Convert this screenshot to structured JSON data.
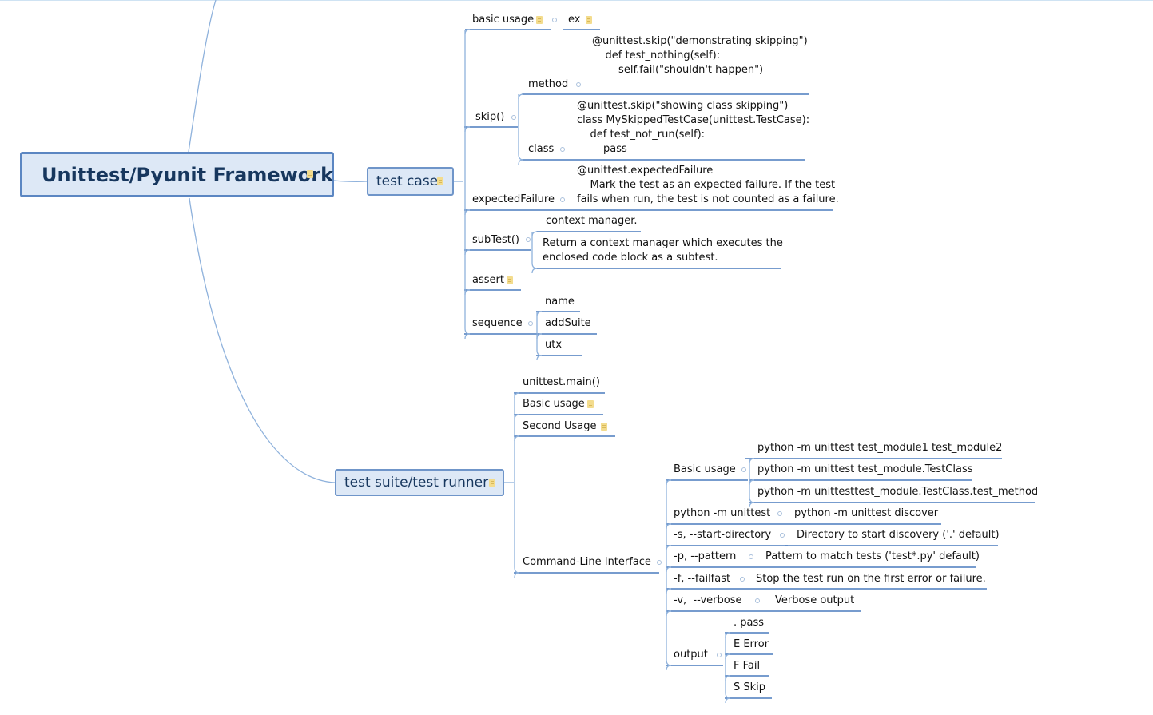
{
  "colors": {
    "line": "#4a7bbd",
    "branch": "#8fb2dc",
    "box_fill": "#dde8f6",
    "box_border": "#6f95c9",
    "title_text": "#17375e",
    "note": "#f3dc8e"
  },
  "root": {
    "label": "Unittest/Pyunit Framework"
  },
  "test_case": {
    "label": "test case",
    "basic_usage": "basic usage",
    "ex": "ex",
    "skip": {
      "label": "skip()",
      "method": "method",
      "method_code": [
        "@unittest.skip(\"demonstrating skipping\")",
        "    def test_nothing(self):",
        "        self.fail(\"shouldn't happen\")"
      ],
      "class": "class",
      "class_code": [
        "@unittest.skip(\"showing class skipping\")",
        "class MySkippedTestCase(unittest.TestCase):",
        "    def test_not_run(self):",
        "        pass"
      ]
    },
    "expected_failure": {
      "label": "expectedFailure",
      "desc": [
        "@unittest.expectedFailure",
        "    Mark the test as an expected failure. If the test",
        "fails when run, the test is not counted as a failure."
      ]
    },
    "subtest": {
      "label": "subTest()",
      "cm": "context manager.",
      "desc": [
        "Return a context manager which executes the",
        "enclosed code block as a subtest."
      ]
    },
    "assert": "assert",
    "sequence": {
      "label": "sequence",
      "items": [
        "name",
        "addSuite",
        "utx"
      ]
    }
  },
  "suite": {
    "label": "test suite/test runner",
    "main": "unittest.main()",
    "basic_usage": "Basic usage",
    "second_usage": "Second Usage",
    "cli": {
      "label": "Command-Line Interface",
      "basic_usage": "Basic usage",
      "basic_cmds": [
        "python -m unittest test_module1 test_module2",
        "python -m unittest test_module.TestClass",
        "python -m unittesttest_module.TestClass.test_method"
      ],
      "opts": [
        {
          "k": "python -m unittest",
          "v": "python -m unittest discover"
        },
        {
          "k": "-s, --start-directory",
          "v": "Directory to start discovery ('.' default)"
        },
        {
          "k": "-p, --pattern",
          "v": "Pattern to match tests ('test*.py' default)"
        },
        {
          "k": "-f, --failfast",
          "v": "Stop the test run on the first error or failure."
        },
        {
          "k": "-v,  --verbose",
          "v": "Verbose output"
        }
      ],
      "output": {
        "label": "output",
        "items": [
          ". pass",
          "E Error",
          "F Fail",
          "S Skip"
        ]
      }
    }
  }
}
